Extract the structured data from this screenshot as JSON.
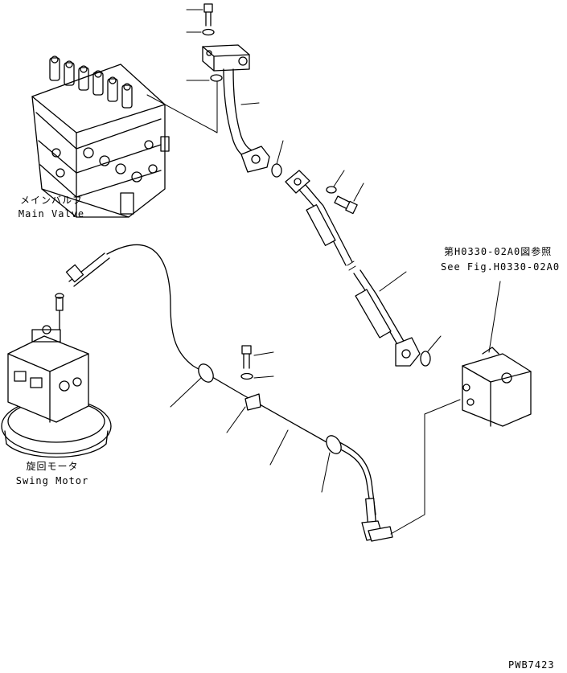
{
  "labels": {
    "main_valve_jp": "メインバルブ",
    "main_valve_en": "Main Valve",
    "swing_motor_jp": "旋回モータ",
    "swing_motor_en": "Swing Motor",
    "ref_jp": "第H0330-02A0図参照",
    "ref_en": "See Fig.H0330-02A0",
    "drawing_no": "PWB7423"
  }
}
